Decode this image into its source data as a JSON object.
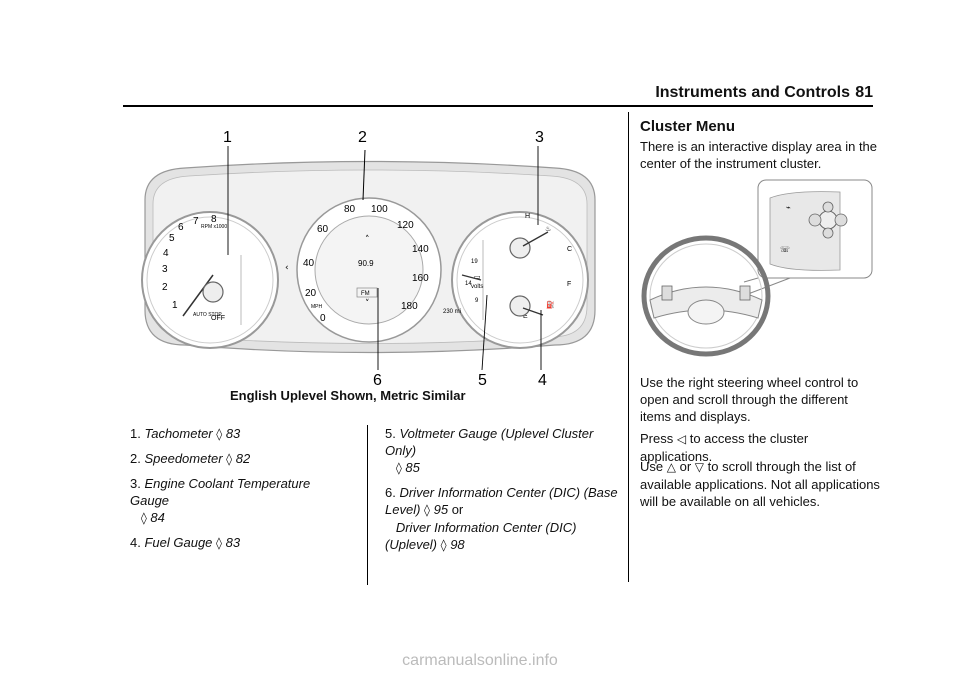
{
  "header": {
    "title": "Instruments and Controls",
    "page": "81"
  },
  "figure": {
    "callouts_top": [
      "1",
      "2",
      "3"
    ],
    "callouts_bottom": [
      "6",
      "5",
      "4"
    ],
    "tach_ticks": [
      "1",
      "2",
      "3",
      "4",
      "5",
      "6",
      "7",
      "8"
    ],
    "tach_rpm": "RPM\nx1000",
    "tach_autostop": "AUTO\nSTOP",
    "tach_off": "OFF",
    "speed_ticks": [
      "0",
      "20",
      "40",
      "60",
      "80",
      "100",
      "120",
      "140",
      "160",
      "180"
    ],
    "speed_unit": "MPH",
    "center_value": "90.9",
    "center_band": "FM",
    "temp_labels": [
      "H",
      "C"
    ],
    "fuel_labels": [
      "F",
      "E"
    ],
    "volts_ticks": [
      "19",
      "14",
      "9"
    ],
    "volts_label": "volts",
    "odometer": "230 mi"
  },
  "caption": "English Uplevel Shown, Metric Similar",
  "items": [
    {
      "num": "1.",
      "text": "Tachometer",
      "ref": "83"
    },
    {
      "num": "2.",
      "text": "Speedometer",
      "ref": "82"
    },
    {
      "num": "3.",
      "text": "Engine Coolant Temperature Gauge",
      "ref": "84"
    },
    {
      "num": "4.",
      "text": "Fuel Gauge",
      "ref": "83"
    },
    {
      "num": "5.",
      "text": "Voltmeter Gauge (Uplevel Cluster Only)",
      "ref": "85"
    },
    {
      "num": "6.",
      "text": "Driver Information Center (DIC) (Base Level)",
      "ref": "95",
      "or": "or",
      "text2": "Driver Information Center (DIC) (Uplevel)",
      "ref2": "98"
    }
  ],
  "ref_glyph": "◊",
  "section": {
    "title": "Cluster Menu",
    "p1": "There is an interactive display area in the center of the instrument cluster.",
    "p2": "Use the right steering wheel control to open and scroll through the different items and displays.",
    "p3_pre": "Press",
    "p3_sym": "◁",
    "p3_post": "to access the cluster applications.",
    "p4_pre": "Use",
    "p4_sym1": "△",
    "p4_mid": "or",
    "p4_sym2": "▽",
    "p4_post": "to scroll through the list of available applications. Not all applications will be available on all vehicles."
  },
  "footer": "carmanualsonline.info"
}
